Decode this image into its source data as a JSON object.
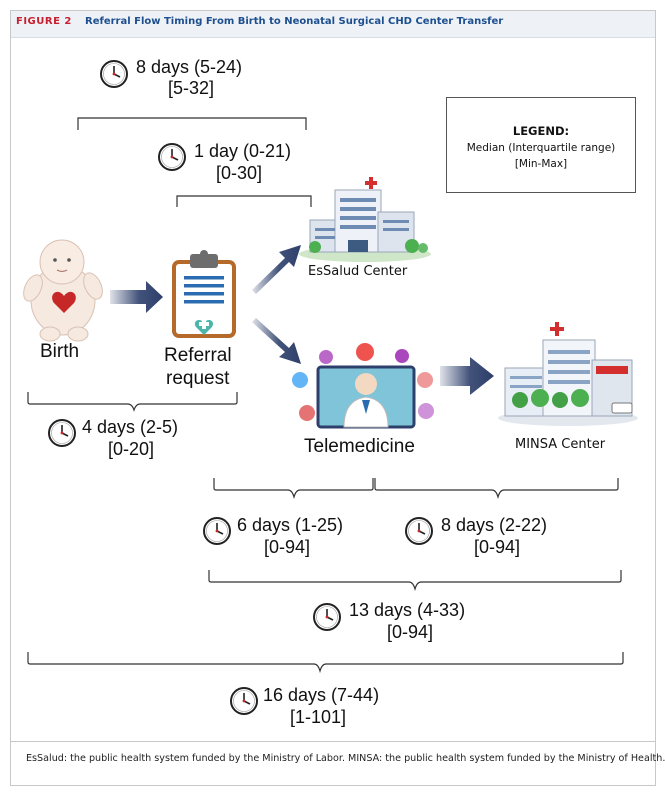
{
  "header": {
    "figure_number": "FIGURE 2",
    "title": "Referral Flow Timing From Birth to Neonatal Surgical CHD Center Transfer"
  },
  "legend": {
    "title": "LEGEND:",
    "line1": "Median (Interquartile range)",
    "line2": "[Min-Max]"
  },
  "nodes": {
    "birth": "Birth",
    "referral_line1": "Referral",
    "referral_line2": "request",
    "essalud": "EsSalud Center",
    "telemedicine": "Telemedicine",
    "minsa": "MINSA Center"
  },
  "intervals": {
    "birth_to_essalud": {
      "median_iqr": "8 days (5-24)",
      "range": "[5-32]"
    },
    "referral_to_essalud": {
      "median_iqr": "1 day (0-21)",
      "range": "[0-30]"
    },
    "birth_to_referral": {
      "median_iqr": "4 days (2-5)",
      "range": "[0-20]"
    },
    "referral_to_telemedicine": {
      "median_iqr": "6 days (1-25)",
      "range": "[0-94]"
    },
    "telemedicine_to_minsa": {
      "median_iqr": "8 days (2-22)",
      "range": "[0-94]"
    },
    "referral_to_minsa": {
      "median_iqr": "13 days (4-33)",
      "range": "[0-94]"
    },
    "birth_to_minsa": {
      "median_iqr": "16 days (7-44)",
      "range": "[1-101]"
    }
  },
  "icons": {
    "clock": "clock-icon",
    "baby": "baby-icon",
    "clipboard": "clipboard-icon",
    "hospital": "hospital-icon",
    "doctor": "doctor-icon"
  },
  "colors": {
    "figure_number": "#c8202f",
    "title": "#1d4f8f",
    "arrow": "#2d3f6b",
    "clipboard_frame": "#b56a2a"
  },
  "footnote": "EsSalud: the public health system funded by the Ministry of Labor. MINSA: the public health system funded by the Ministry of Health."
}
